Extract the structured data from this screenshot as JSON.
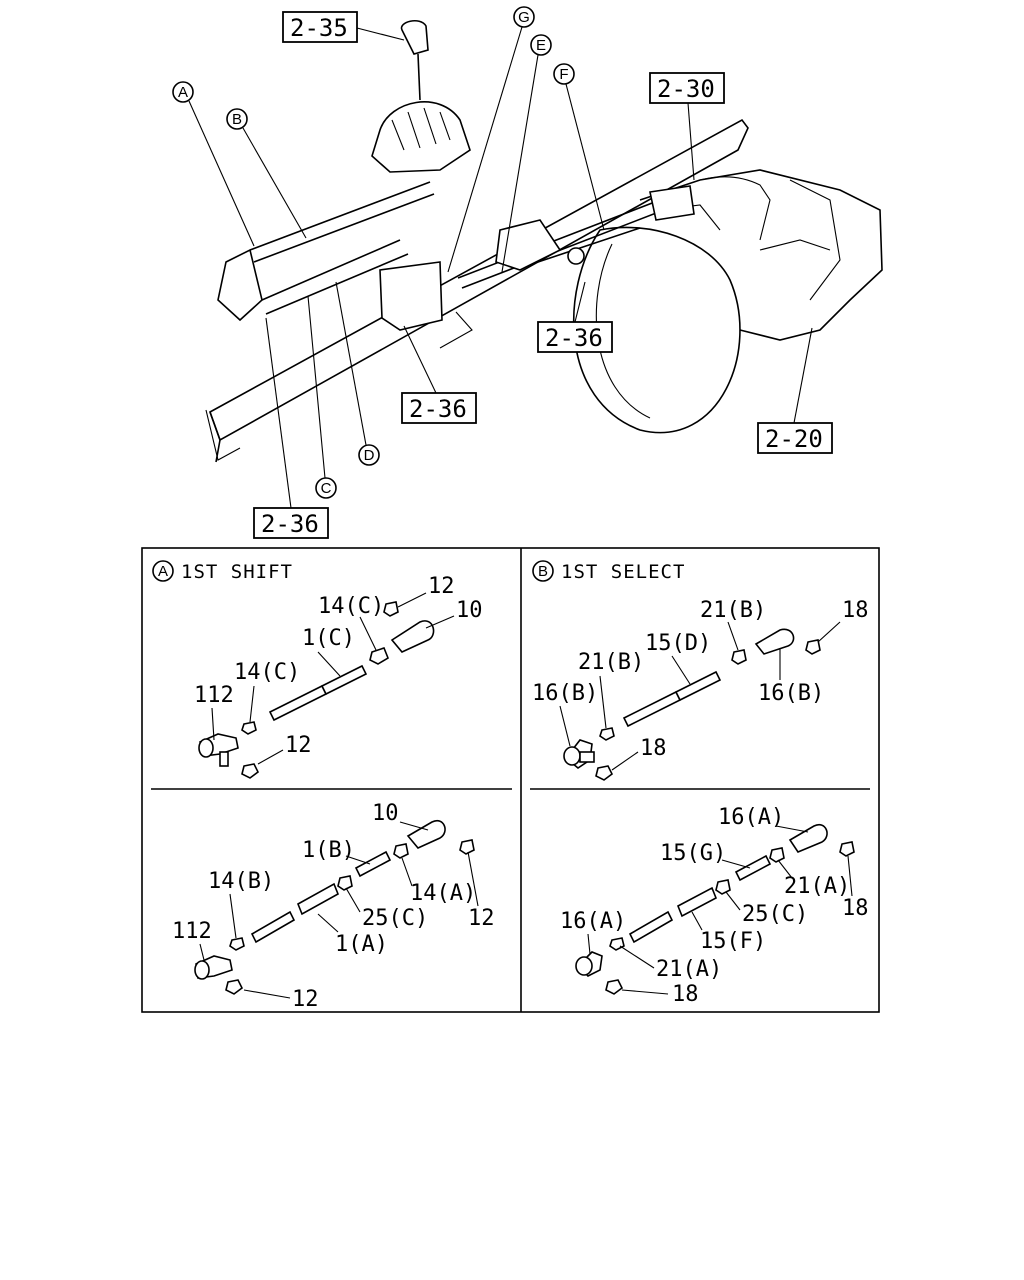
{
  "references": [
    "2-35",
    "2-30",
    "2-36",
    "2-36",
    "2-36",
    "2-20"
  ],
  "callouts": [
    "A",
    "B",
    "C",
    "D",
    "E",
    "F",
    "G"
  ],
  "panels": {
    "shift": {
      "marker": "A",
      "title": "1ST SHIFT",
      "upper_labels": [
        "12",
        "14(C)",
        "10",
        "1(C)",
        "14(C)",
        "112",
        "12"
      ],
      "lower_labels": [
        "10",
        "1(B)",
        "14(B)",
        "14(A)",
        "25(C)",
        "12",
        "112",
        "1(A)",
        "12"
      ]
    },
    "select": {
      "marker": "B",
      "title": "1ST SELECT",
      "upper_labels": [
        "21(B)",
        "18",
        "15(D)",
        "21(B)",
        "16(B)",
        "16(B)",
        "18"
      ],
      "lower_labels": [
        "16(A)",
        "15(G)",
        "21(A)",
        "18",
        "25(C)",
        "16(A)",
        "15(F)",
        "21(A)",
        "18"
      ]
    }
  }
}
